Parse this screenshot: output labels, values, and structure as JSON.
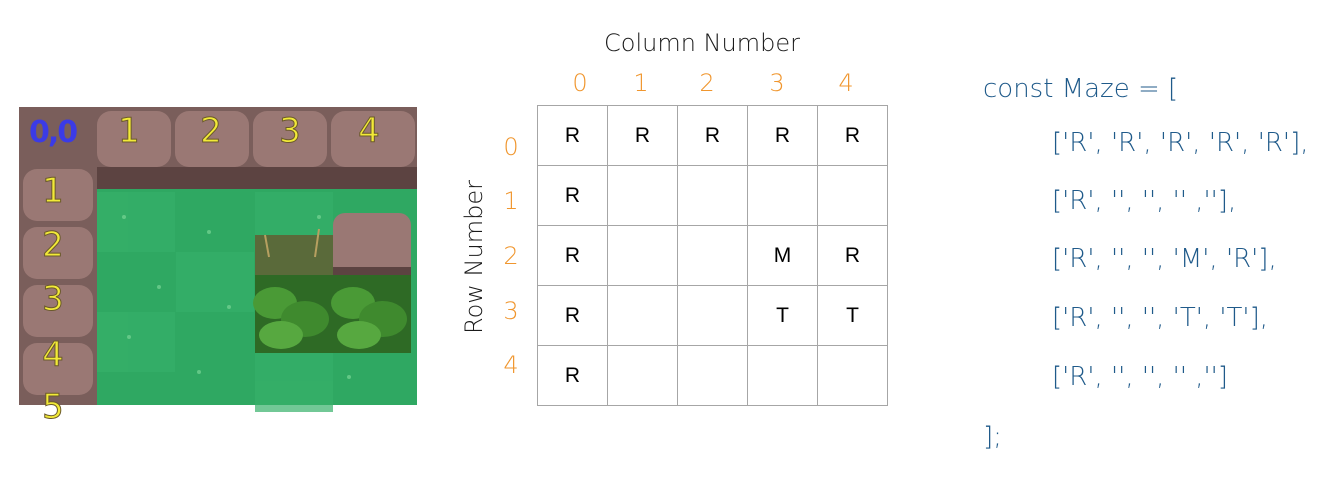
{
  "map": {
    "origin_label": "0,0",
    "column_labels": [
      "1",
      "2",
      "3",
      "4"
    ],
    "row_labels": [
      "1",
      "2",
      "3",
      "4",
      "5"
    ],
    "colors": {
      "grass": "#2fa862",
      "rock": "#8a6a66",
      "bush": "#3f8a2e",
      "label": "#f2ea38"
    }
  },
  "grid": {
    "column_title": "Column Number",
    "row_title": "Row Number",
    "column_numbers": [
      "0",
      "1",
      "2",
      "3",
      "4"
    ],
    "row_numbers": [
      "0",
      "1",
      "2",
      "3",
      "4"
    ],
    "cells": [
      [
        "R",
        "R",
        "R",
        "R",
        "R"
      ],
      [
        "R",
        "",
        "",
        "",
        ""
      ],
      [
        "R",
        "",
        "",
        "M",
        "R"
      ],
      [
        "R",
        "",
        "",
        "T",
        "T"
      ],
      [
        "R",
        "",
        "",
        "",
        ""
      ]
    ],
    "number_color": "#f0962e"
  },
  "code": {
    "lines": [
      "const Maze = [",
      "['R', 'R', 'R', 'R', 'R'],",
      "['R', '', '', '' ,''],",
      "['R', '', '', 'M', 'R'],",
      "['R', '', '', 'T', 'T'],",
      "['R', '', '', '' ,'']",
      "];"
    ],
    "color": "#1f5a8a"
  }
}
